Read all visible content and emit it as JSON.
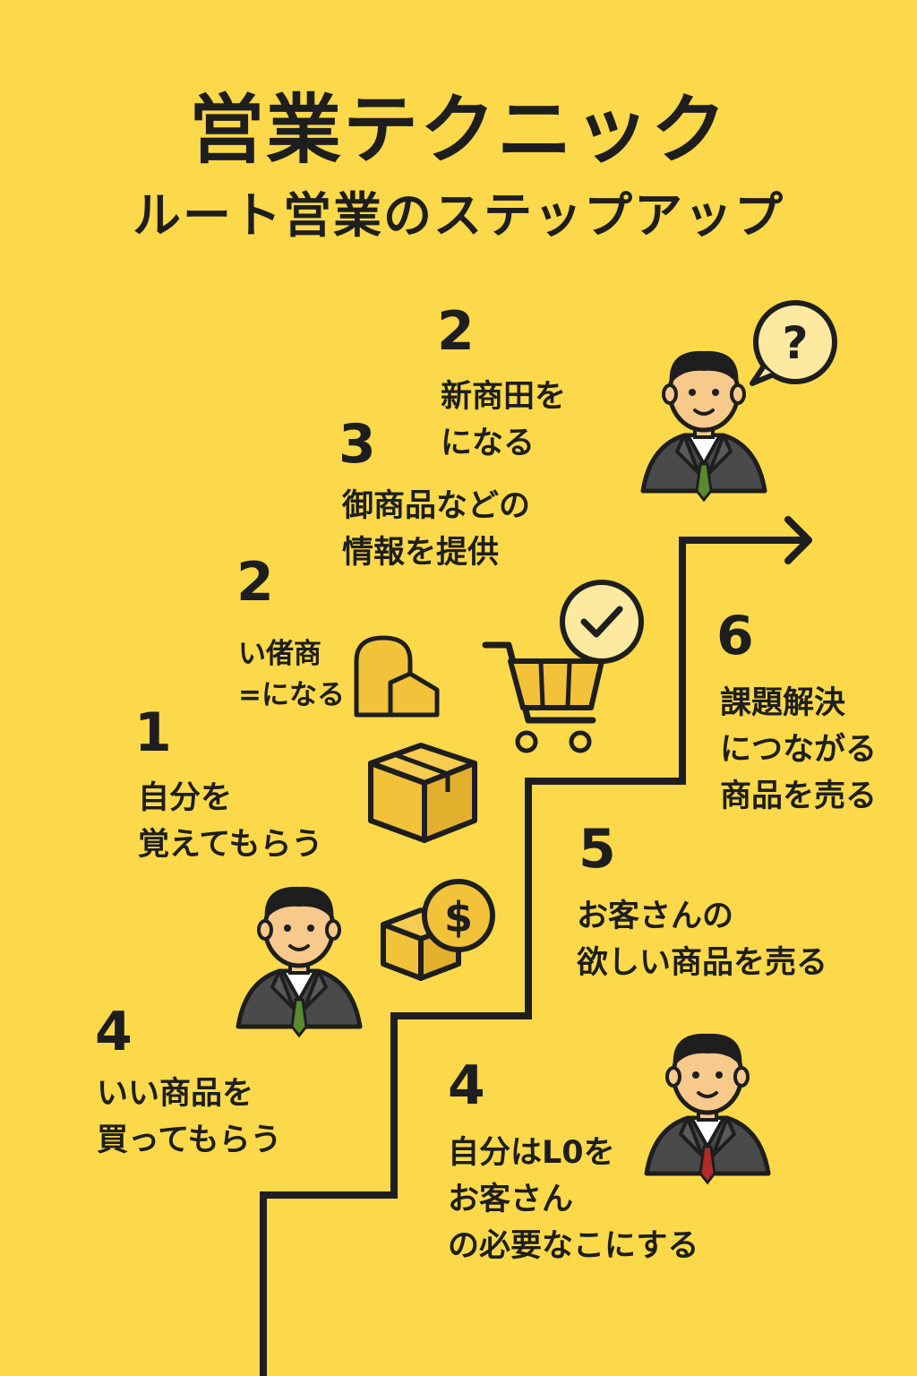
{
  "title": "営業テクニック",
  "subtitle": "ルート営業のステップアップ",
  "steps": [
    {
      "number": "2",
      "text": "新商田を\nになる"
    },
    {
      "number": "3",
      "text": "御商品などの\n情報を提供"
    },
    {
      "number": "2",
      "text": "い偖商\n=になる"
    },
    {
      "number": "6",
      "text": "課題解決\nにつながる\n商品を売る"
    },
    {
      "number": "1",
      "text": "自分を\n覚えてもらう"
    },
    {
      "number": "5",
      "text": "お客さんの\n欲しい商品を売る"
    },
    {
      "number": "4",
      "text": "いい商品を\n買ってもらう"
    },
    {
      "number": "4",
      "text": "自分はL0を\nお客さん\nの必要なこにする"
    }
  ],
  "icons": {
    "question_mark": "?",
    "dollar_sign": "$"
  },
  "colors": {
    "background": "#FCD94A",
    "ink": "#1e1e1e",
    "icon_fill": "#F2C23A",
    "check_fill": "#FDE9A0",
    "suit": "#4a4a4a",
    "skin": "#F7C98A",
    "tie_green": "#5a8a2e",
    "tie_red": "#b22a2a"
  }
}
